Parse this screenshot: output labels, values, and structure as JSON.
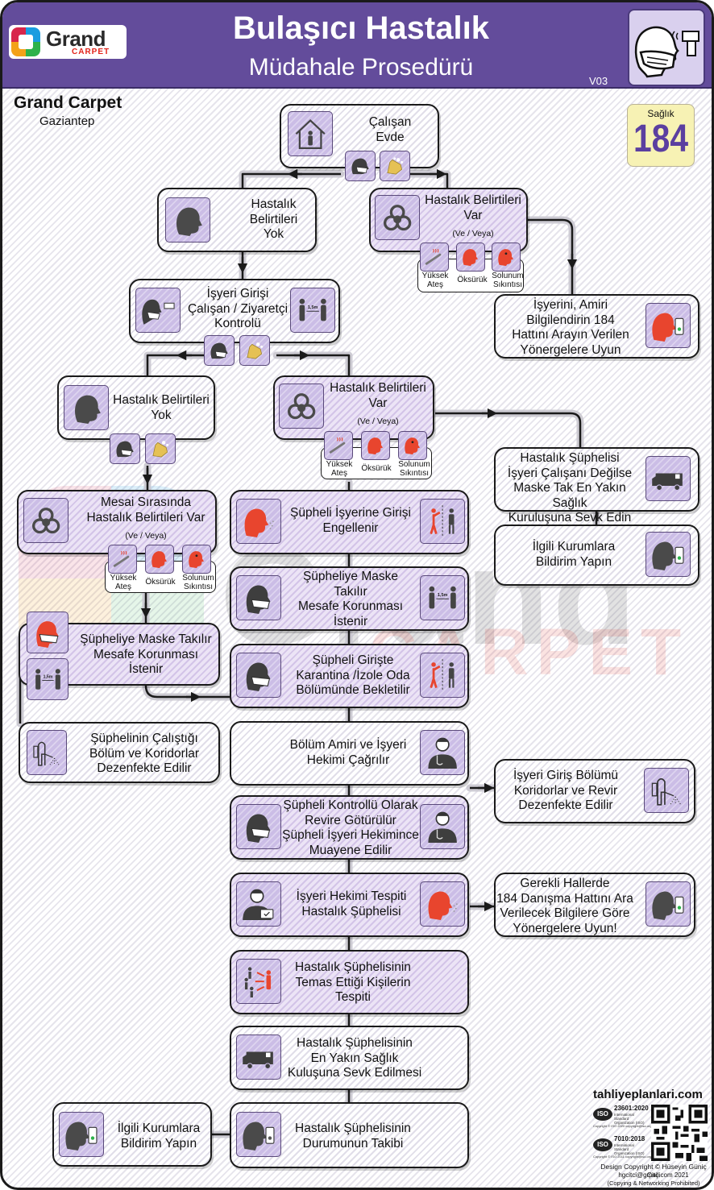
{
  "header": {
    "logo_word": "Grand",
    "logo_sub": "CARPET",
    "title": "Bulaşıcı Hastalık",
    "subtitle": "Müdahale Prosedürü",
    "version": "V03",
    "header_icon": "masked-person-thermometer-icon"
  },
  "company": {
    "name": "Grand Carpet",
    "city": "Gaziantep"
  },
  "hotline": {
    "label": "Sağlık",
    "number": "184",
    "background": "#f7f2b4",
    "number_color": "#5b3fa0"
  },
  "watermark": {
    "word": "Grand",
    "sub": "CARPET"
  },
  "colors": {
    "header": "#634c9b",
    "icon_tile": "#cbbde6",
    "symptom_red": "#e8452e",
    "node_purple": "#ece4f6"
  },
  "symptoms": [
    "Yüksek Ateş",
    "Öksürük",
    "Solunum Sıkıntısı"
  ],
  "symptom_labels": {
    "fever_1": "Yüksek",
    "fever_2": "Ateş",
    "cough": "Öksürük",
    "breath_1": "Solunum",
    "breath_2": "Sıkıntısı"
  },
  "nodes": {
    "home": {
      "lines": [
        "Çalışan",
        "Evde"
      ]
    },
    "no_symptoms_home": {
      "lines": [
        "Hastalık",
        "Belirtileri",
        "Yok"
      ]
    },
    "symptoms_home": {
      "lines": [
        "Hastalık Belirtileri",
        "Var"
      ],
      "note": "(Ve / Veya)"
    },
    "inform_call": {
      "lines": [
        "İşyerini, Amiri",
        "Bilgilendirin 184",
        "Hattını Arayın Verilen",
        "Yönergelere Uyun"
      ]
    },
    "entry_check": {
      "lines": [
        "İşyeri Girişi",
        "Çalışan / Ziyaretçi",
        "Kontrolü"
      ]
    },
    "no_symptoms_entry": {
      "lines": [
        "Hastalık Belirtileri",
        "Yok"
      ]
    },
    "symptoms_entry": {
      "lines": [
        "Hastalık Belirtileri",
        "Var"
      ],
      "note": "(Ve / Veya)"
    },
    "non_employee": {
      "lines": [
        "Hastalık Şüphelisi",
        "İşyeri Çalışanı Değilse",
        "Maske Tak En Yakın Sağlık",
        "Kuruluşuna Sevk Edin"
      ]
    },
    "notify_auth_1": {
      "lines": [
        "İlgili Kurumlara",
        "Bildirim Yapın"
      ]
    },
    "during_shift": {
      "lines": [
        "Mesai Sırasında",
        "Hastalık Belirtileri Var"
      ],
      "note": "(Ve / Veya)"
    },
    "entry_blocked": {
      "lines": [
        "Şüpheli İşyerine Girişi",
        "Engellenir"
      ]
    },
    "mask_distance_center": {
      "lines": [
        "Şüpheliye Maske",
        "Takılır",
        "Mesafe Korunması",
        "İstenir"
      ]
    },
    "mask_distance_left": {
      "lines": [
        "Şüpheliye Maske Takılır",
        "Mesafe Korunması",
        "İstenir"
      ]
    },
    "quarantine": {
      "lines": [
        "Şüpheli Girişte",
        "Karantina /İzole Oda",
        "Bölümünde Bekletilir"
      ]
    },
    "disinfect_dept": {
      "lines": [
        "Şüphelinin Çalıştığı",
        "Bölüm ve Koridorlar",
        "Dezenfekte Edilir"
      ]
    },
    "call_doctor": {
      "lines": [
        "Bölüm Amiri ve İşyeri",
        "Hekimi Çağrılır"
      ]
    },
    "disinfect_entry": {
      "lines": [
        "İşyeri Giriş Bölümü",
        "Koridorlar ve Revir",
        "Dezenfekte Edilir"
      ]
    },
    "to_infirmary": {
      "lines": [
        "Şüpheli Kontrollü Olarak",
        "Revire Götürülür",
        "Şüpheli İşyeri Hekimince",
        "Muayene Edilir"
      ]
    },
    "doctor_detect": {
      "lines": [
        "İşyeri Hekimi Tespiti",
        "Hastalık Şüphelisi"
      ]
    },
    "call_184": {
      "lines": [
        "Gerekli Hallerde",
        "184 Danışma Hattını Ara",
        "Verilecek Bilgilere Göre",
        "Yönergelere Uyun!"
      ]
    },
    "contacts": {
      "lines": [
        "Hastalık Şüphelisinin",
        "Temas Ettiği Kişilerin",
        "Tespiti"
      ]
    },
    "refer": {
      "lines": [
        "Hastalık Şüphelisinin",
        "En Yakın Sağlık",
        "Kuluşuna Sevk Edilmesi"
      ]
    },
    "notify_auth_2": {
      "lines": [
        "İlgili Kurumlara",
        "Bildirim Yapın"
      ]
    },
    "follow_up": {
      "lines": [
        "Hastalık Şüphelisinin",
        "Durumunun Takibi"
      ]
    }
  },
  "distance_label": "1,5m",
  "footer": {
    "site": "tahliyeplanlari.com",
    "iso1": {
      "logo": "ISO",
      "number": "23601:2020",
      "org": "International Standard Organization (ISO)",
      "copyright": "Copyright © ISO 2020 copyright@iso.org"
    },
    "iso2": {
      "logo": "ISO",
      "number": "7010:2018",
      "org": "International Standard Organization (ISO)",
      "copyright": "Copyright © ISO 2011 copyright@iso.org"
    },
    "design": "Design Copyright © Hüseyin Güniç Çitçi",
    "email": "hgcitci@gmail.com 2021",
    "notice": "(Copying & Networking Prohibited)"
  }
}
